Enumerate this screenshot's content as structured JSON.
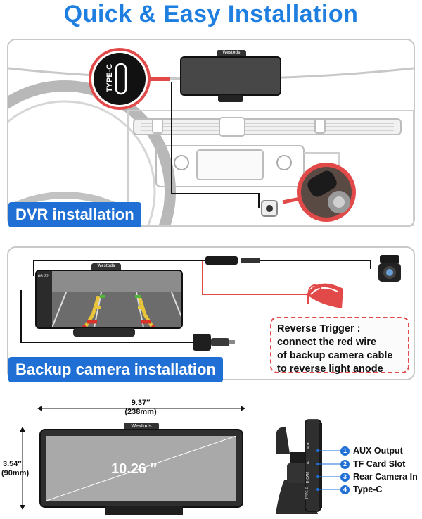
{
  "header": {
    "title": "Quick & Easy Installation"
  },
  "brand": "Westods",
  "dvr_section": {
    "label": "DVR installation",
    "port_label": "TYPE-C"
  },
  "backup_section": {
    "label": "Backup camera installation",
    "screen_time": "06:22",
    "callout_lines": [
      "Reverse Trigger :",
      "connect the red wire",
      "of backup camera cable",
      "to reverse light anode"
    ]
  },
  "dimensions": {
    "width_in": "9.37″",
    "width_mm": "(238mm)",
    "height_in": "3.54″",
    "height_mm": "(90mm)",
    "diagonal": "10.26 ″"
  },
  "side_labels": [
    "AUX",
    "TF",
    "R-CAM",
    "TYPE-C"
  ],
  "ports": [
    {
      "num": "1",
      "label": "AUX Output"
    },
    {
      "num": "2",
      "label": "TF Card Slot"
    },
    {
      "num": "3",
      "label": "Rear Camera In"
    },
    {
      "num": "4",
      "label": "Type-C"
    }
  ],
  "colors": {
    "accent_blue": "#1f7fe0",
    "label_blue": "#1f6fd4",
    "wire_red": "#e24a4a"
  }
}
